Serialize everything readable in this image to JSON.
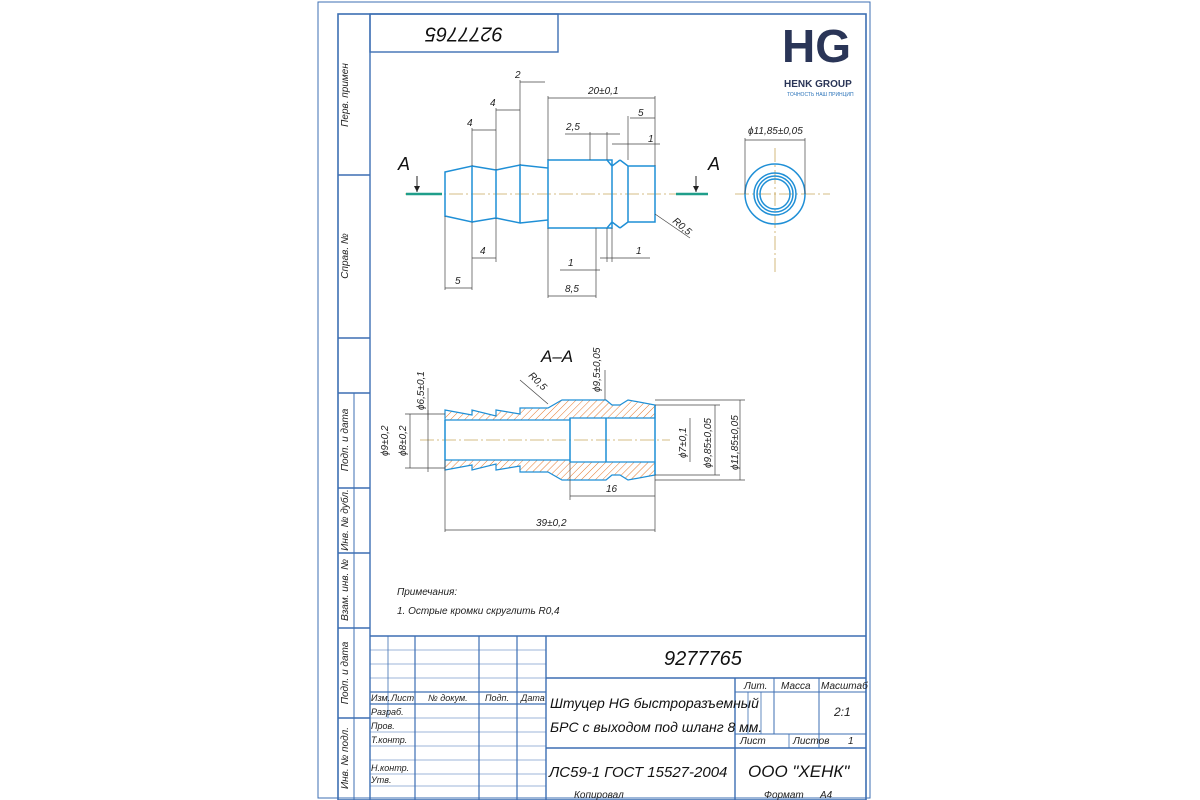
{
  "drawing_number": "9277765",
  "drawing_number_rotated": "9277765",
  "logo": {
    "mark": "HG",
    "company": "HENK GROUP",
    "tagline": "ТОЧНОСТЬ НАШ ПРИНЦИП"
  },
  "side_labels": {
    "perv_primen": "Перв. примен",
    "sprav_no": "Справ. №",
    "podp_data_1": "Подп. и дата",
    "inv_dubl": "Инв. № дубл.",
    "vzam_inv": "Взам. инв. №",
    "podp_data_2": "Подп. и дата",
    "inv_podl": "Инв. № подл."
  },
  "views": {
    "section_mark_left": "A",
    "section_mark_right": "A",
    "section_title": "A–A"
  },
  "dims_top": {
    "d2": "2",
    "d20": "20±0,1",
    "d4a": "4",
    "d5a": "5",
    "d4b": "4",
    "d25": "2,5",
    "d1a": "1",
    "r05": "R0,5",
    "d4c": "4",
    "d1b": "1",
    "d5b": "5",
    "d1c": "1",
    "d85": "8,5",
    "phi_end": "ϕ11,85±0,05"
  },
  "dims_section": {
    "d65": "ϕ6,5±0,1",
    "r05": "R0,5",
    "d95": "ϕ9,5±0,05",
    "d9": "ϕ9±0,2",
    "d8": "ϕ8±0,2",
    "d7": "ϕ7±0,1",
    "d985": "ϕ9,85±0,05",
    "d1185": "ϕ11,85±0,05",
    "len16": "16",
    "len39": "39±0,2"
  },
  "notes": {
    "title": "Примечания:",
    "item1": "1. Острые кромки скруглить R0,4"
  },
  "title_block": {
    "number": "9277765",
    "name_line1": "Штуцер HG быстроразъемный",
    "name_line2": "БРС с выходом под шланг 8 мм.",
    "material": "ЛС59-1 ГОСТ 15527-2004",
    "company": "ООО \"ХЕНК\"",
    "lit": "Лит.",
    "massa": "Масса",
    "masshtab": "Масштаб",
    "scale": "2:1",
    "list": "Лист",
    "listov": "Листов",
    "listov_val": "1",
    "izm": "Изм.",
    "list_col": "Лист",
    "no_dokum": "№ докум.",
    "podp": "Подп.",
    "data": "Дата",
    "razrab": "Разраб.",
    "prov": "Пров.",
    "tkontr": "Т.контр.",
    "nkontr": "Н.контр.",
    "utv": "Утв."
  },
  "footer": {
    "copied": "Копировал",
    "format_label": "Формат",
    "format_value": "A4"
  },
  "colors": {
    "frame": "#3d6fb3",
    "part": "#1f8fd6",
    "hatch": "#e3792f",
    "logo_dark": "#2a3557",
    "logo_blue": "#2b73b9",
    "axis": "#c9a85c"
  }
}
